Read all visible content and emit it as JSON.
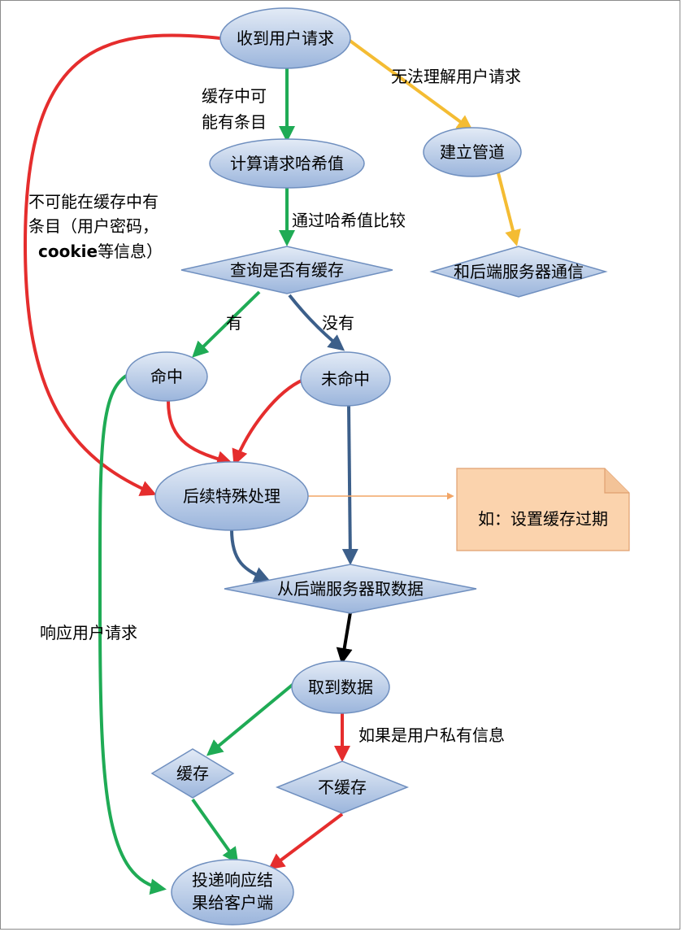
{
  "nodes": {
    "receive": "收到用户请求",
    "hash": "计算请求哈希值",
    "query": "查询是否有缓存",
    "hit": "命中",
    "miss": "未命中",
    "special": "后续特殊处理",
    "fetch": "从后端服务器取数据",
    "got": "取到数据",
    "cache": "缓存",
    "nocache": "不缓存",
    "deliver_line1": "投递响应结",
    "deliver_line2": "果给客户端",
    "pipe": "建立管道",
    "comm": "和后端服务器通信"
  },
  "labels": {
    "maybe_line1": "缓存中可",
    "maybe_line2": "能有条目",
    "cannot_line1": "不可能在缓存中有",
    "cannot_line2": "条目（用户密码，",
    "cannot_line3_bold": "cookie",
    "cannot_line3_rest": "等信息）",
    "hash_compare": "通过哈希值比较",
    "has": "有",
    "hasnot": "没有",
    "cannot_understand": "无法理解用户请求",
    "respond": "响应用户请求",
    "private": "如果是用户私有信息",
    "note": "如：设置缓存过期"
  },
  "colors": {
    "node_fill_top": "#dbe5f3",
    "node_fill_bottom": "#9db6dc",
    "node_stroke": "#6f8fbf",
    "red": "#e52d2d",
    "green": "#1fab55",
    "yellow": "#f4bc33",
    "blue": "#3c5f8a",
    "black": "#000000",
    "note_fill": "#fbd3ad",
    "note_stroke": "#e0a070",
    "note_line": "#f2a566"
  }
}
